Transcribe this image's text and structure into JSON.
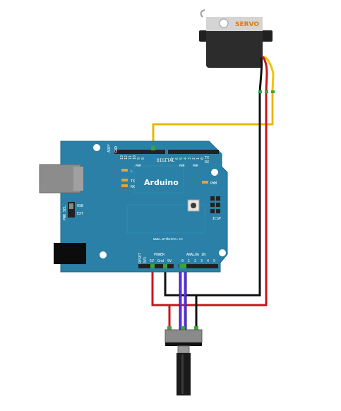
{
  "servo": {
    "label": "SERVO"
  },
  "board": {
    "brand": "Arduino",
    "url": "www.arduino.cc",
    "digital_label": "DIGITAL",
    "aref": "AREF",
    "gnd": "GND",
    "digital_pins": [
      "13",
      "12",
      "11",
      "10",
      "9",
      "8",
      "7",
      "6",
      "5",
      "4",
      "3",
      "2",
      "1",
      "0"
    ],
    "tx_pin": "TX",
    "rx_pin": "RX",
    "pwm": "PWM",
    "led_l": "L",
    "led_tx": "TX",
    "led_rx": "RX",
    "pwr_sel": "PWR SEL",
    "usb": "USB",
    "ext": "EXT",
    "icsp": "ICSP",
    "reset": "RESET",
    "v33": "3V3",
    "power": "POWER",
    "v5": "5V",
    "gnd2": "Gnd",
    "vin": "9V",
    "analog_in": "ANALOG IN",
    "analog_pins": [
      "0",
      "1",
      "2",
      "3",
      "4",
      "5"
    ]
  },
  "colors": {
    "board": "#2a80a6",
    "board_edge": "#1e6687",
    "wire_yellow": "#f2c500",
    "wire_red": "#c8141e",
    "wire_black": "#111111",
    "wire_blue": "#5a2ee0",
    "servo_body": "#2c2c2c"
  }
}
